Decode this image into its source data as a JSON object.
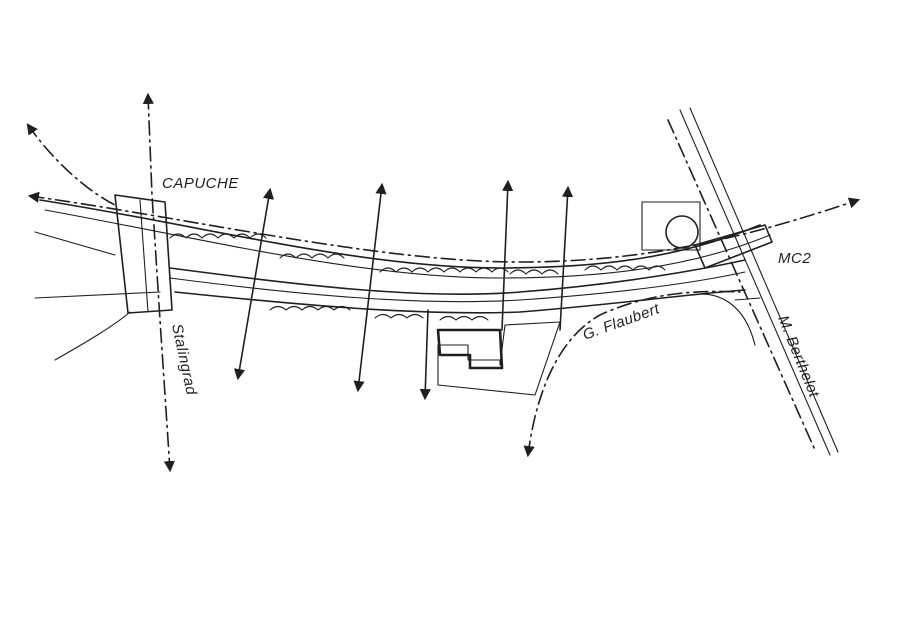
{
  "diagram": {
    "labels": {
      "capuche": "CAPUCHE",
      "mc2": "MC2",
      "stalingrad": "Stalingrad",
      "flaubert": "G. Flaubert",
      "berthelot": "M. Berthelot"
    }
  }
}
